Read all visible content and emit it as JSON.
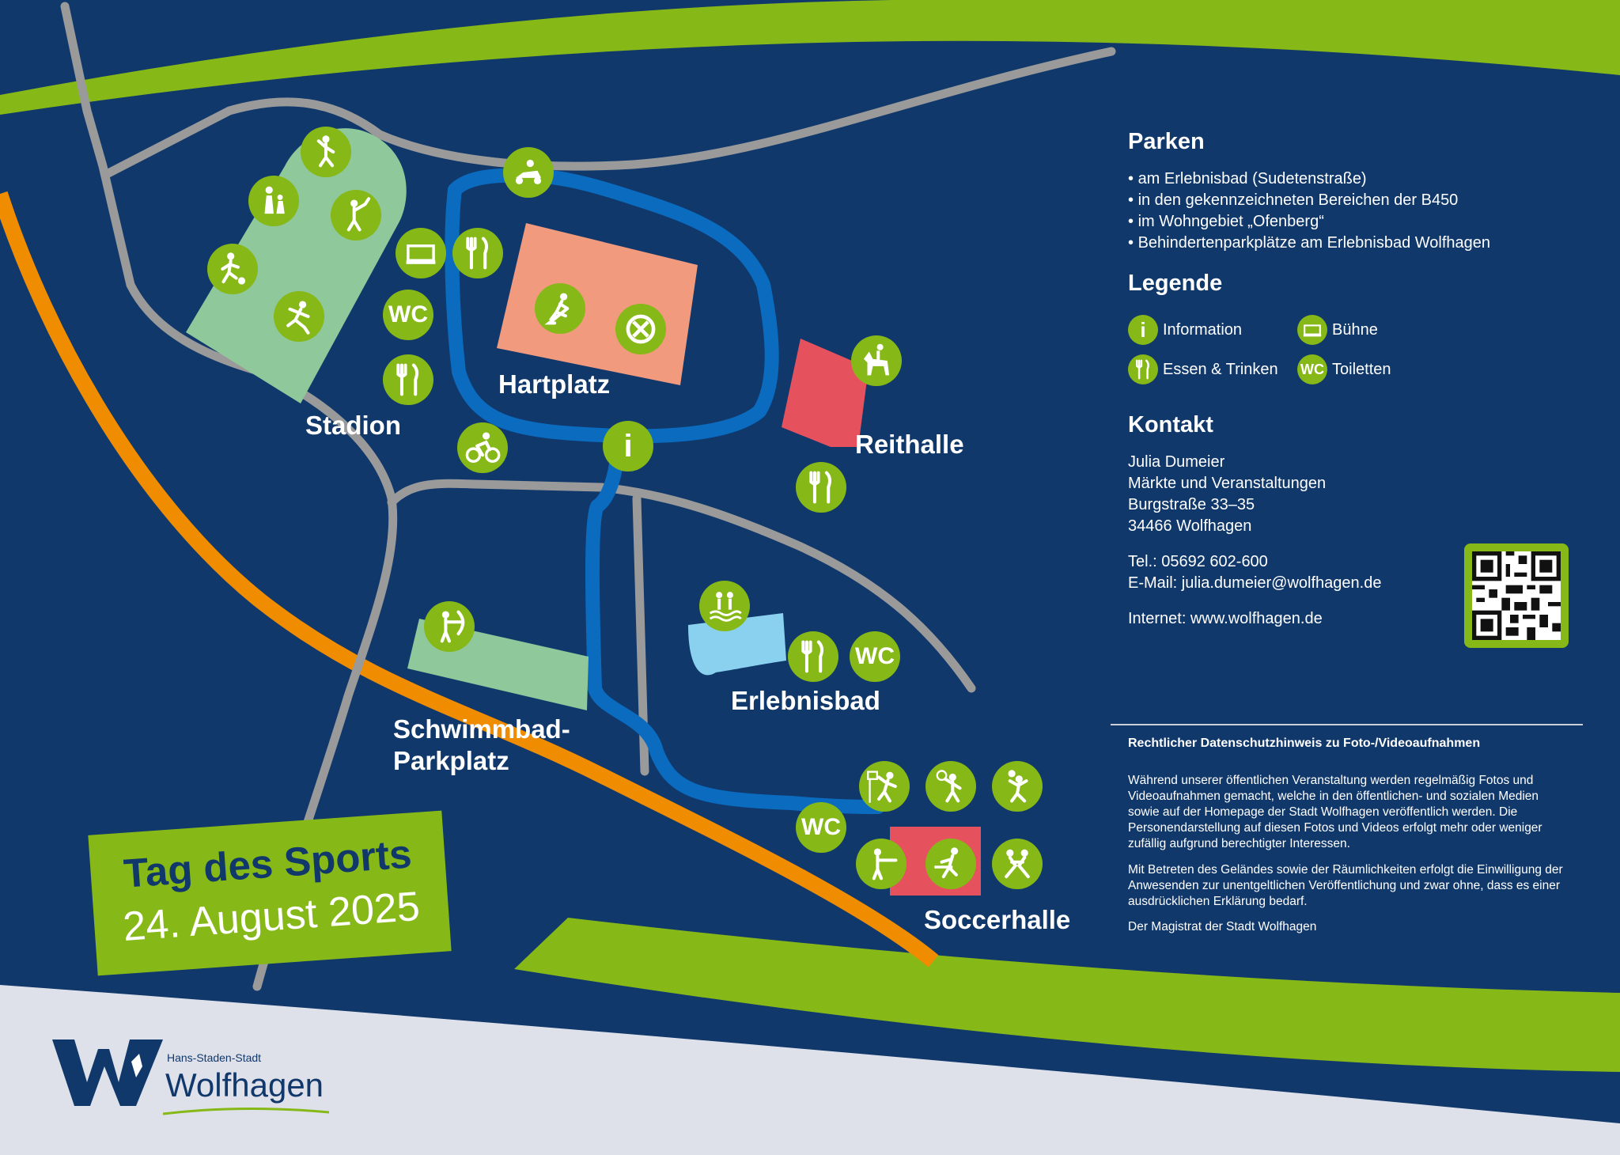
{
  "title": "Tag des Sports",
  "date": "24. August 2025",
  "locations": {
    "stadion": "Stadion",
    "hartplatz": "Hartplatz",
    "reithalle": "Reithalle",
    "erlebnisbad": "Erlebnisbad",
    "schwimmbad_parkplatz": "Schwimmbad-\nParkplatz",
    "soccerhalle": "Soccerhalle"
  },
  "parken": {
    "heading": "Parken",
    "items": [
      "am Erlebnisbad (Sudetenstraße)",
      "in den gekennzeichneten Bereichen der B450",
      "im Wohngebiet „Ofenberg“",
      "Behindertenparkplätze am Erlebnisbad Wolfhagen"
    ]
  },
  "legende": {
    "heading": "Legende",
    "information": "Information",
    "buehne": "Bühne",
    "essen": "Essen & Trinken",
    "toiletten": "Toiletten"
  },
  "kontakt": {
    "heading": "Kontakt",
    "name": "Julia Dumeier",
    "dept": "Märkte und Veranstaltungen",
    "street": "Burgstraße 33–35",
    "city": "34466 Wolfhagen",
    "tel": "Tel.: 05692 602-600",
    "email": "E-Mail: julia.dumeier@wolfhagen.de",
    "internet": "Internet: www.wolfhagen.de"
  },
  "legal": {
    "heading": "Rechtlicher Datenschutzhinweis zu Foto-/Videoaufnahmen",
    "p1": "Während unserer öffentlichen Veranstaltung werden regelmäßig Fotos und Videoaufnahmen gemacht, welche in den öffentlichen- und sozialen Medien sowie auf der Homepage der Stadt Wolfhagen veröffentlich werden. Die Personendarstellung auf diesen Fotos und Videos erfolgt mehr oder weniger zufällig aufgrund berechtigter Interessen.",
    "p2": "Mit Betreten des Geländes sowie der Räumlichkeiten erfolgt die Einwilligung der Anwesenden zur unentgeltlichen Veröffentlichung und zwar ohne, dass es einer ausdrücklichen Erklärung bedarf.",
    "p3": "Der Magistrat der Stadt Wolfhagen"
  },
  "wc_label": "WC",
  "info_label": "i",
  "logo": {
    "sub": "Hans-Staden-Stadt",
    "main": "Wolfhagen"
  },
  "colors": {
    "background": "#10386b",
    "green": "#86b817",
    "orange": "#f08c00",
    "path_blue": "#0a6bbf",
    "gray_road": "#9a9a9a",
    "light_green_area": "#8fc89a",
    "salmon_area": "#f29a7e",
    "red_area": "#e5525e",
    "water": "#8ad1ef"
  }
}
